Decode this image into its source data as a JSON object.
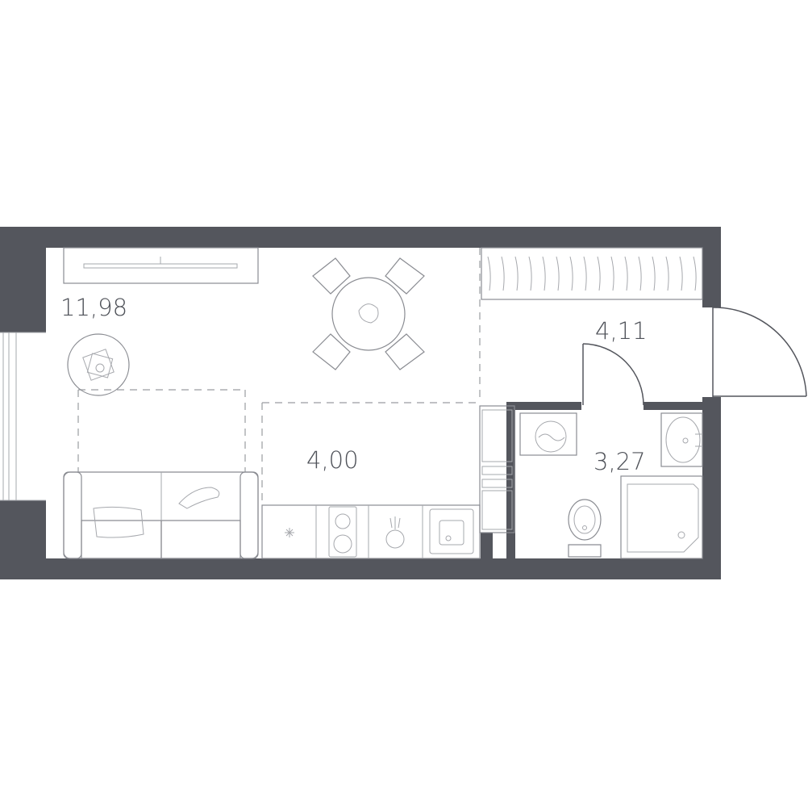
{
  "rooms": {
    "living_area": "11,98",
    "kitchen_area": "4,00",
    "hall_area": "4,11",
    "bathroom_area": "3,27"
  },
  "colors": {
    "wall": "#54565d",
    "furniture_line": "#8a8c92",
    "label": "#4f5259",
    "background": "#ffffff"
  }
}
